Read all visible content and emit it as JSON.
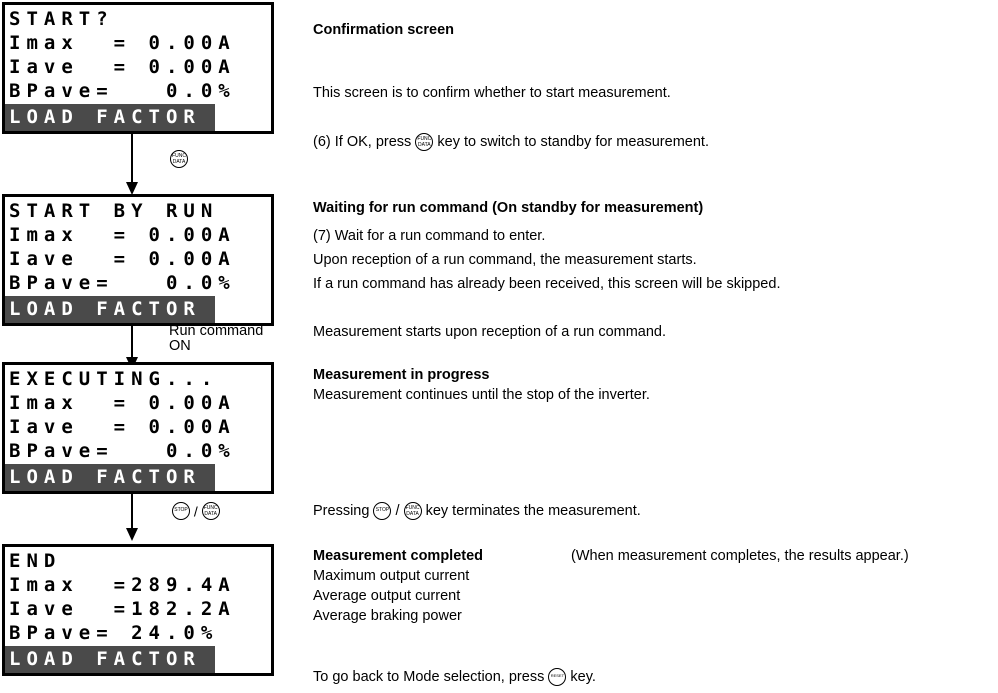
{
  "screens": [
    {
      "lines": [
        "START?",
        "Imax  = 0.00A",
        "Iave  = 0.00A",
        "BPave=   0.0%"
      ],
      "bar": "LOAD FACTOR"
    },
    {
      "lines": [
        "START BY RUN",
        "Imax  = 0.00A",
        "Iave  = 0.00A",
        "BPave=   0.0%"
      ],
      "bar": "LOAD FACTOR"
    },
    {
      "lines": [
        "EXECUTING...",
        "Imax  = 0.00A",
        "Iave  = 0.00A",
        "BPave=   0.0%"
      ],
      "bar": "LOAD FACTOR"
    },
    {
      "lines": [
        "END",
        "Imax  =289.4A",
        "Iave  =182.2A",
        "BPave= 24.0%"
      ],
      "bar": "LOAD FACTOR"
    }
  ],
  "keys": {
    "func_data_top": "FUNC",
    "func_data_bottom": "DATA",
    "stop": "STOP",
    "reset": "RESET"
  },
  "transitions": {
    "run_command_line1": "Run command",
    "run_command_line2": "ON",
    "slash": "/"
  },
  "section1": {
    "heading": "Confirmation screen",
    "desc": "This screen is to confirm whether to start measurement.",
    "step_pre": "(6)  If OK, press",
    "step_post": "key to switch to standby for measurement."
  },
  "section2": {
    "heading": "Waiting for run command (On standby for measurement)",
    "line1": "(7)  Wait for a run command to enter.",
    "line2": "Upon reception of a run command, the measurement starts.",
    "line3": "If a run command has already been received, this screen will be skipped.",
    "line4": "Measurement starts upon reception of a run command."
  },
  "section3": {
    "heading": "Measurement in progress",
    "desc": "Measurement continues until the stop of the inverter.",
    "terminate_pre": "Pressing",
    "terminate_slash": "/",
    "terminate_post": "key terminates the measurement."
  },
  "section4": {
    "heading": "Measurement completed",
    "note": "(When measurement completes, the results appear.)",
    "item1": "Maximum output current",
    "item2": "Average output current",
    "item3": "Average braking power",
    "back_pre": "To go back to Mode selection, press",
    "back_post": "key."
  }
}
